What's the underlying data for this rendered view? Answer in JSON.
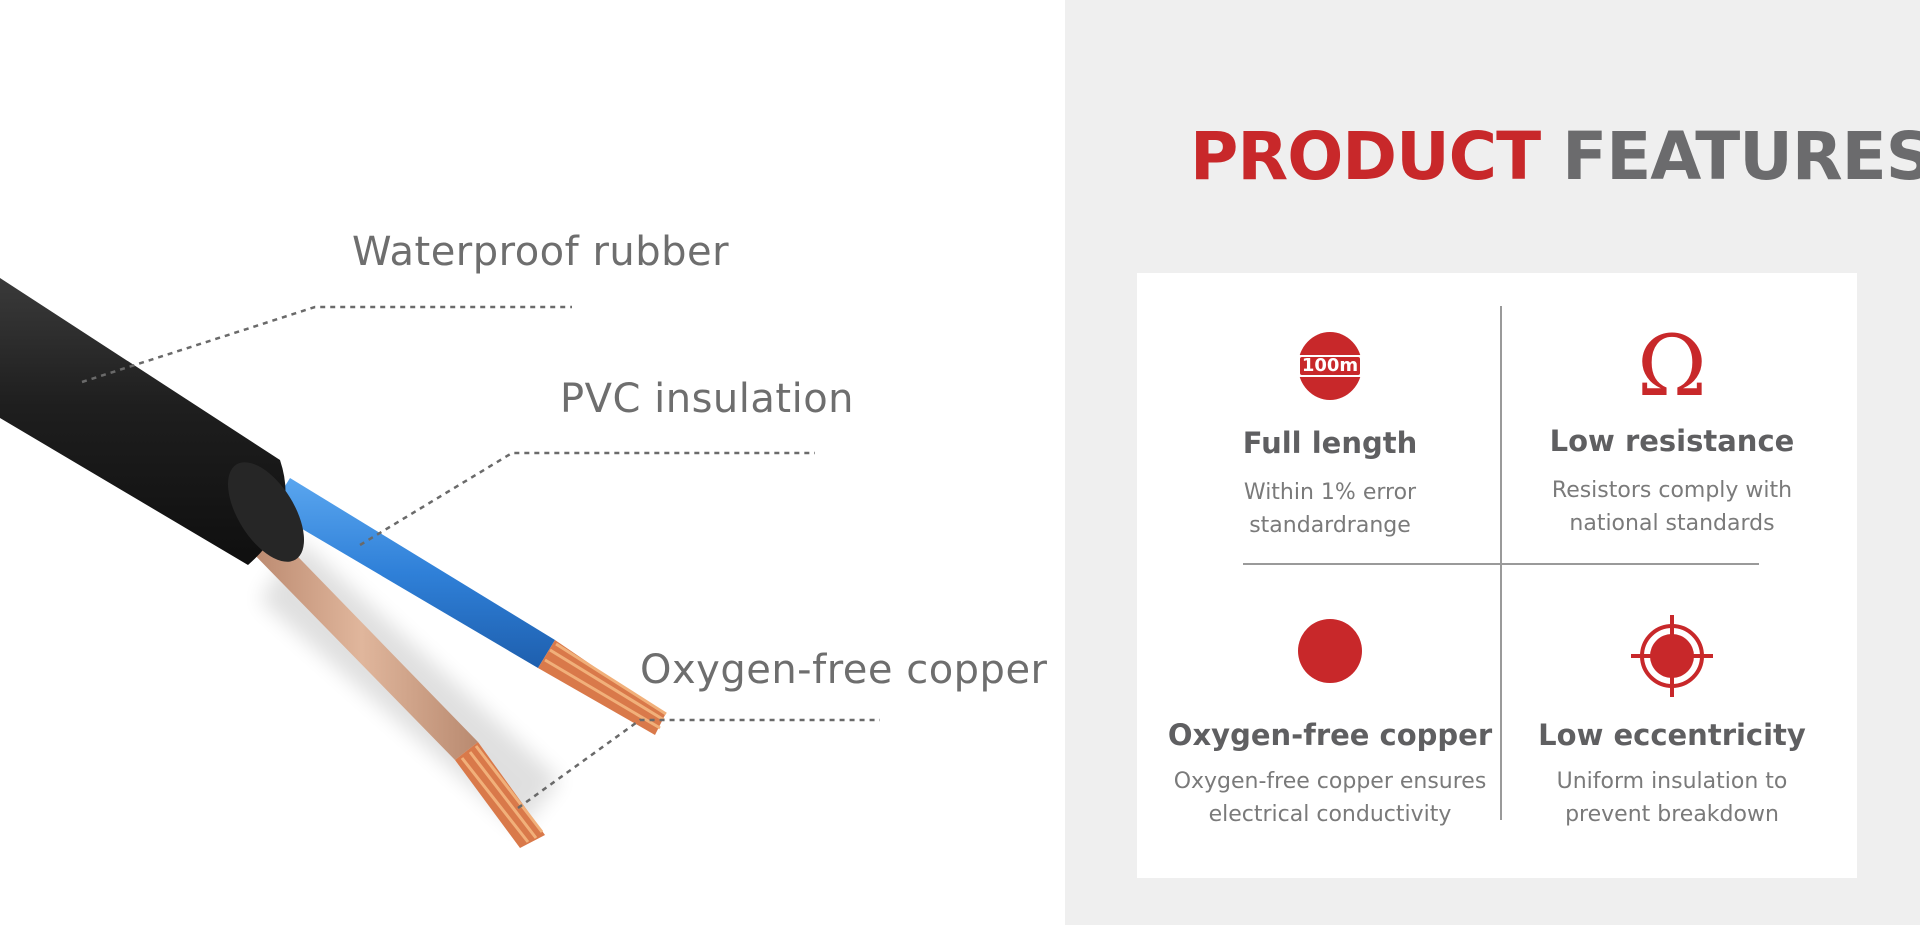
{
  "callouts": {
    "waterproof": "Waterproof rubber",
    "pvc": "PVC insulation",
    "copper": "Oxygen-free copper"
  },
  "heading": {
    "word1": "PRODUCT",
    "word2": "FEATURES"
  },
  "features": [
    {
      "icon": "100m-length-icon",
      "icon_text": "100m",
      "title": "Full length",
      "desc1": "Within 1% error",
      "desc2": "standardrange"
    },
    {
      "icon": "omega-icon",
      "icon_text": "Ω",
      "title": "Low resistance",
      "desc1": "Resistors comply with",
      "desc2": "national standards"
    },
    {
      "icon": "solid-circle-icon",
      "title": "Oxygen-free copper",
      "desc1": "Oxygen-free copper ensures",
      "desc2": "electrical conductivity"
    },
    {
      "icon": "target-crosshair-icon",
      "title": "Low eccentricity",
      "desc1": "Uniform insulation to",
      "desc2": "prevent breakdown"
    }
  ],
  "colors": {
    "accent_red": "#c8282a",
    "heading_gray": "#6b6b6d",
    "panel_bg": "#efefef",
    "cable_black": "#1f1f1f",
    "insulation_blue": "#2f7fd6",
    "insulation_brown": "#d3a58a",
    "copper": "#d9794a"
  }
}
